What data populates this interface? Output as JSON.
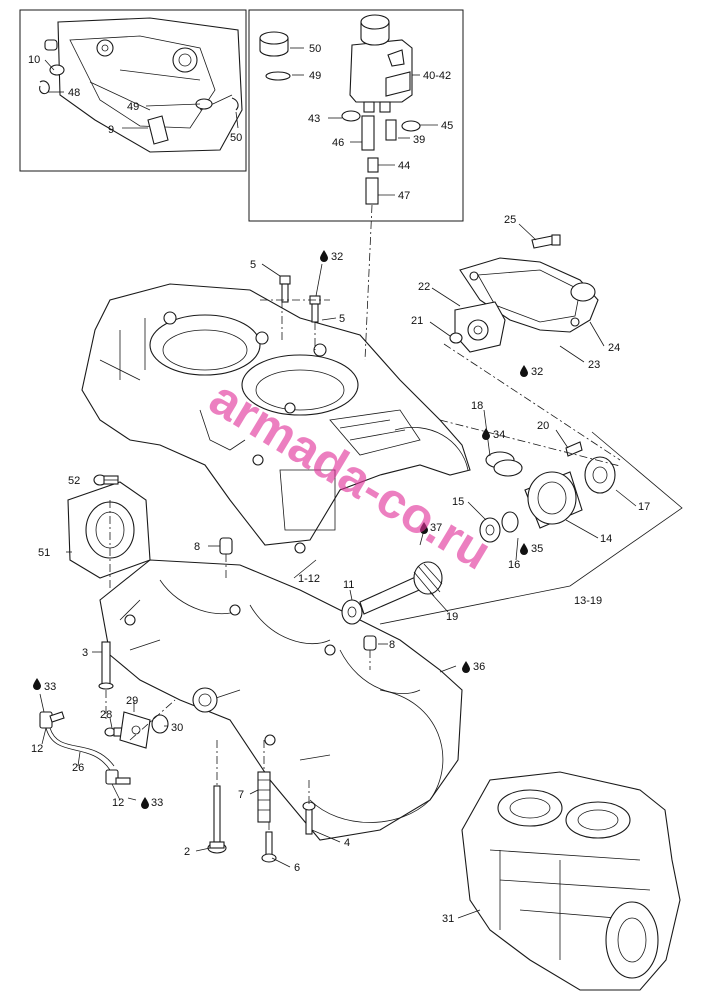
{
  "watermark": "armada-co.ru",
  "colors": {
    "line": "#1a1a1a",
    "watermark": "#e0309a",
    "background": "#ffffff"
  },
  "icons": {
    "adhesive": "drop-icon"
  },
  "callouts": {
    "c50a": "50",
    "c49a": "49",
    "c4042": "40-42",
    "c43": "43",
    "c45": "45",
    "c39": "39",
    "c46": "46",
    "c44": "44",
    "c47": "47",
    "c10": "10",
    "c48": "48",
    "c49b": "49",
    "c9": "9",
    "c50b": "50",
    "c25": "25",
    "c22": "22",
    "c21": "21",
    "c24": "24",
    "c23": "23",
    "c32c": "32",
    "c5a": "5",
    "c32a": "32",
    "c5b": "5",
    "c18": "18",
    "c34": "34",
    "c20": "20",
    "c17": "17",
    "c15": "15",
    "c14": "14",
    "c35": "35",
    "c16": "16",
    "c37": "37",
    "c1319": "13-19",
    "c19": "19",
    "c11": "11",
    "c52": "52",
    "c51": "51",
    "c8a": "8",
    "c112": "1-12",
    "c8b": "8",
    "c3": "3",
    "c36": "36",
    "c33a": "33",
    "c28": "28",
    "c29": "29",
    "c30": "30",
    "c12a": "12",
    "c26": "26",
    "c12b": "12",
    "c33b": "33",
    "c7": "7",
    "c4": "4",
    "c2": "2",
    "c6": "6",
    "c31": "31"
  }
}
